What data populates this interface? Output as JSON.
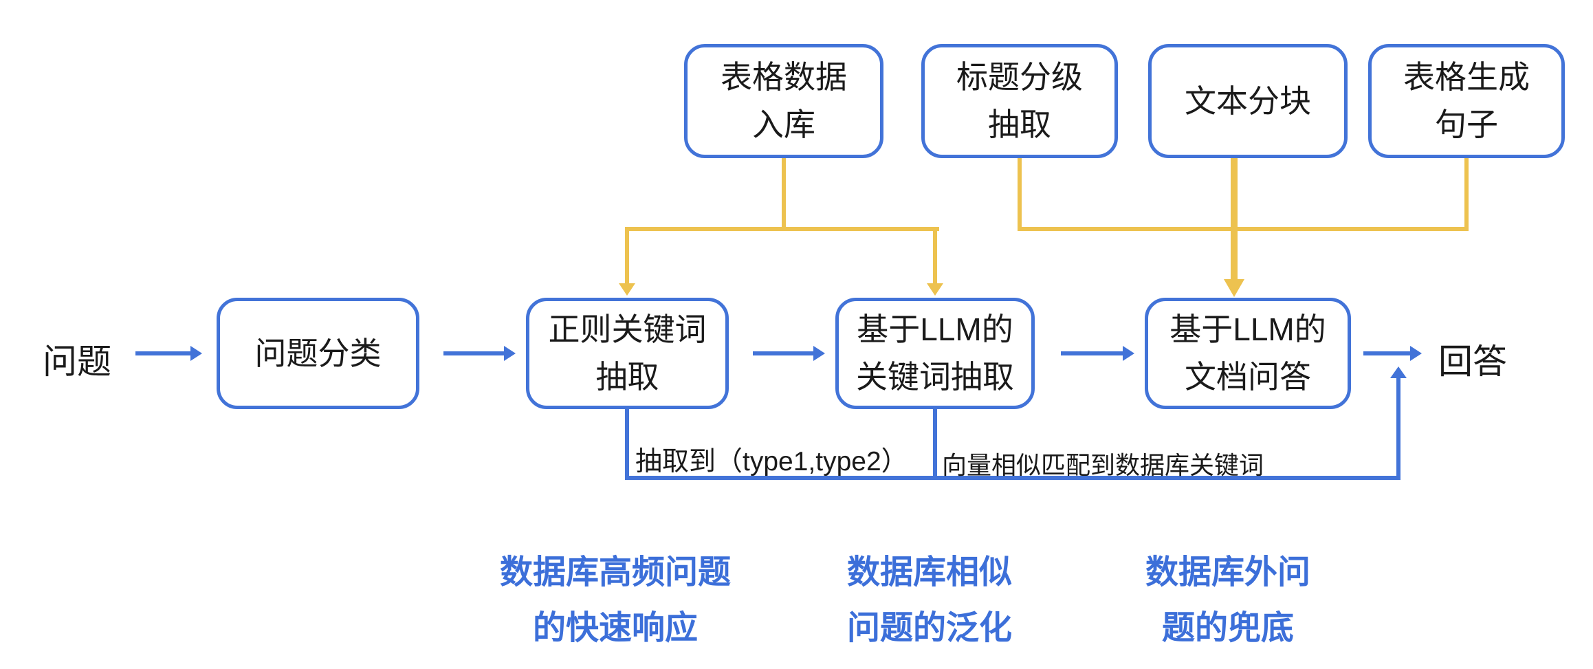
{
  "colors": {
    "edge-blue": "#4273d8",
    "edge-yellow": "#edc24f",
    "caption-blue": "#3c6fd9",
    "text-black": "#1a1a1a",
    "bg": "#ffffff"
  },
  "flow": {
    "input_label": "问题",
    "output_label": "回答"
  },
  "top_nodes": {
    "table_ingest": {
      "line1": "表格数据",
      "line2": "入库"
    },
    "title_extract": {
      "line1": "标题分级",
      "line2": "抽取"
    },
    "text_chunk": {
      "line1": "文本分块"
    },
    "table_sentence": {
      "line1": "表格生成",
      "line2": "句子"
    }
  },
  "main_nodes": {
    "question_classify": {
      "line1": "问题分类"
    },
    "regex_keyword": {
      "line1": "正则关键词",
      "line2": "抽取"
    },
    "llm_keyword": {
      "line1": "基于LLM的",
      "line2": "关键词抽取"
    },
    "llm_docqa": {
      "line1": "基于LLM的",
      "line2": "文档问答"
    }
  },
  "edge_labels": {
    "regex_extracted": "抽取到（type1,type2）",
    "vector_match": "向量相似匹配到数据库关键词"
  },
  "captions": {
    "db_frequent": {
      "line1": "数据库高频问题",
      "line2": "的快速响应"
    },
    "db_similar": {
      "line1": "数据库相似",
      "line2": "问题的泛化"
    },
    "db_outside": {
      "line1": "数据库外问",
      "line2": "题的兜底"
    }
  }
}
